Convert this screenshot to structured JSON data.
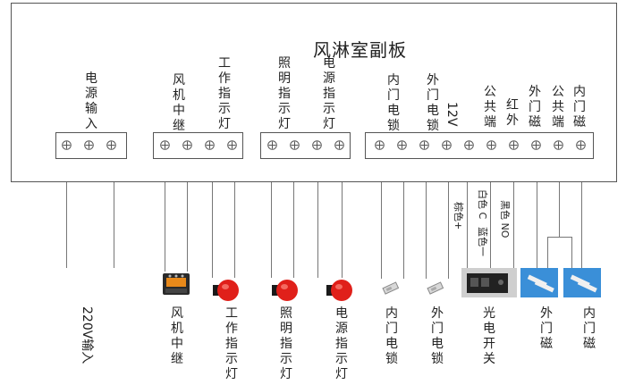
{
  "title": "风淋室副板",
  "top_labels": {
    "power_input": "电源输入",
    "fan_relay": "风机中继",
    "work_light": "工作指示灯",
    "illum_light": "照明指示灯",
    "power_light": "电源指示灯",
    "inner_lock": "内门电锁",
    "outer_lock": "外门电锁",
    "v12": "12V",
    "common1": "公共端",
    "infrared": "红外",
    "outer_mag": "外门磁",
    "common2": "公共端",
    "inner_mag": "内门磁"
  },
  "wire_labels": {
    "brown": "棕色+",
    "white": "白色 C",
    "blue": "蓝色一",
    "black": "黑色 NO"
  },
  "bottom_labels": {
    "v220": "220V输入",
    "fan_relay": "风机中继",
    "work_light": "工作指示灯",
    "illum_light": "照明指示灯",
    "power_light": "电源指示灯",
    "inner_lock": "内门电锁",
    "outer_lock": "外门电锁",
    "photo_switch": "光电开关",
    "outer_mag": "外门磁",
    "inner_mag": "内门磁"
  },
  "colors": {
    "line": "#555555",
    "lamp_red": "#e0201a",
    "relay_orange": "#e8891a",
    "sensor_blue": "#3a8fd8"
  },
  "icons": [
    "relay-icon",
    "indicator-lamp-icon",
    "door-lock-icon",
    "photoelectric-sensor-icon",
    "magnetic-switch-icon",
    "screw-terminal-icon"
  ]
}
